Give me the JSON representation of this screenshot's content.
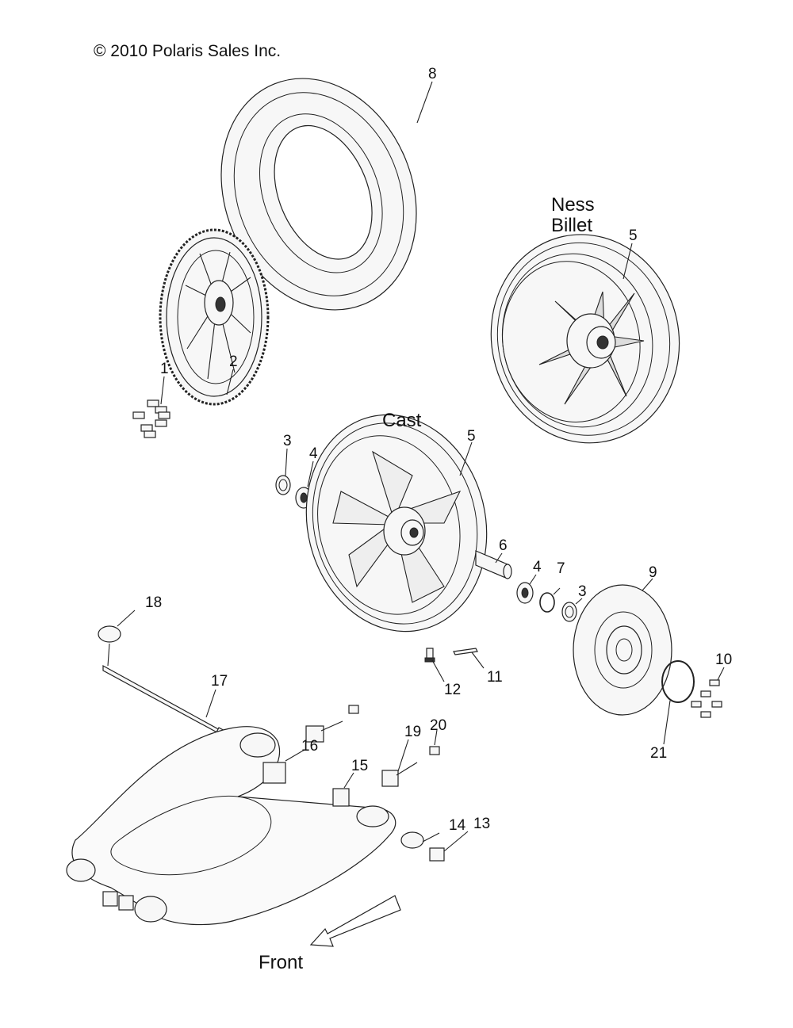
{
  "copyright": "© 2010 Polaris Sales Inc.",
  "labels": {
    "ness_billet_line1": "Ness",
    "ness_billet_line2": "Billet",
    "cast": "Cast",
    "front": "Front"
  },
  "callouts": {
    "c1": "1",
    "c2": "2",
    "c3a": "3",
    "c4a": "4",
    "c5a": "5",
    "c5b": "5",
    "c6": "6",
    "c4b": "4",
    "c7": "7",
    "c3b": "3",
    "c8": "8",
    "c9": "9",
    "c10": "10",
    "c11": "11",
    "c12": "12",
    "c13": "13",
    "c14": "14",
    "c15": "15",
    "c16": "16",
    "c17": "17",
    "c18": "18",
    "c19": "19",
    "c20": "20",
    "c21": "21"
  }
}
